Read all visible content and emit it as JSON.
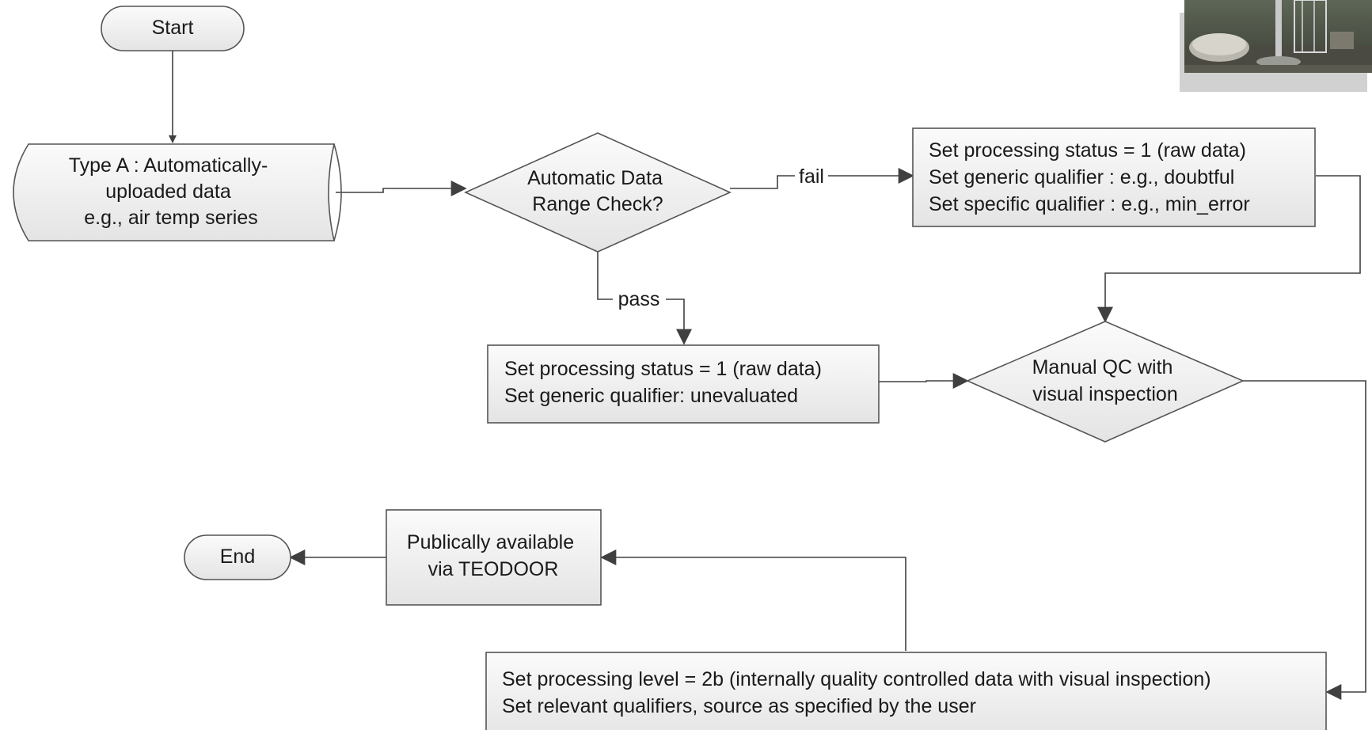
{
  "colors": {
    "node_fill_top": "#fbfbfb",
    "node_fill_bottom": "#e4e4e4",
    "stroke": "#555555",
    "line": "#404040",
    "text": "#1a1a1a"
  },
  "photo": {
    "icon": "weather-station-photo"
  },
  "nodes": {
    "start": {
      "label": "Start"
    },
    "input": {
      "lines": [
        "Type A : Automatically-",
        "uploaded data",
        "e.g., air temp series"
      ]
    },
    "range_check": {
      "lines": [
        "Automatic Data",
        "Range Check?"
      ]
    },
    "fail_box": {
      "lines": [
        "Set processing status = 1 (raw data)",
        "Set generic qualifier : e.g., doubtful",
        "Set specific qualifier : e.g., min_error"
      ]
    },
    "pass_box": {
      "lines": [
        "Set processing status = 1 (raw data)",
        "Set generic qualifier: unevaluated"
      ]
    },
    "manual_qc": {
      "lines": [
        "Manual QC with",
        "visual inspection"
      ]
    },
    "level_box": {
      "lines": [
        "Set processing level = 2b (internally quality controlled data with visual inspection)",
        "Set relevant qualifiers, source as specified by the user"
      ]
    },
    "publish": {
      "lines": [
        "Publically available",
        "via TEODOOR"
      ]
    },
    "end": {
      "label": "End"
    }
  },
  "edges": {
    "fail_label": "fail",
    "pass_label": "pass"
  }
}
